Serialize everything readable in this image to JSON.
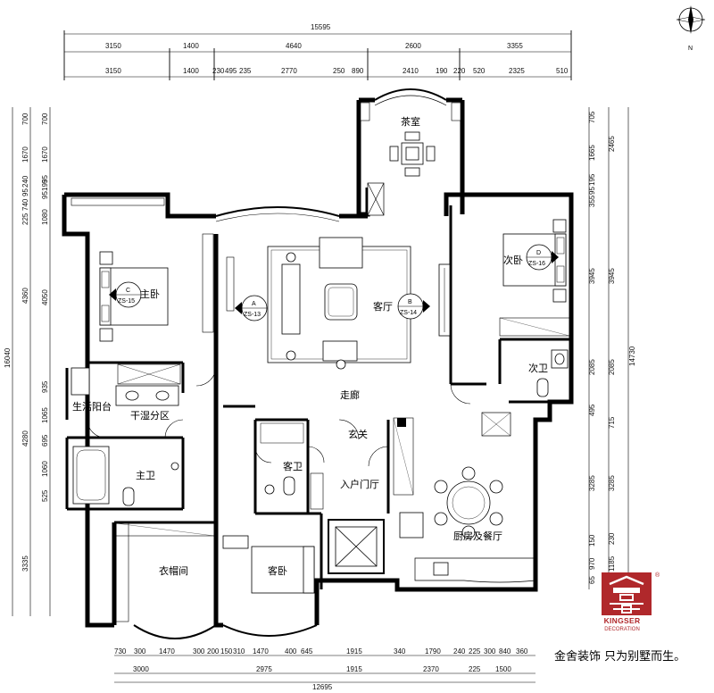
{
  "drawing": {
    "top_total": "15595",
    "top_row1": [
      "3150",
      "1400",
      "4640",
      "2600",
      "3355"
    ],
    "top_row2": [
      "3150",
      "1400",
      "230",
      "495",
      "235",
      "2770",
      "250",
      "890",
      "2410",
      "190",
      "220",
      "520",
      "2325",
      "510"
    ],
    "bottom_row1": [
      "730",
      "300",
      "1470",
      "300",
      "200",
      "150",
      "310",
      "1470",
      "400",
      "645",
      "1915",
      "340",
      "1790",
      "240",
      "225",
      "300",
      "840",
      "360"
    ],
    "bottom_row2": [
      "3000",
      "2975",
      "1915",
      "2370",
      "225",
      "1500"
    ],
    "bottom_total": "12695",
    "left_outer": [
      "700",
      "1670",
      "240",
      "95",
      "195",
      "95",
      "225",
      "740",
      "1080",
      "4360",
      "935",
      "1065",
      "695",
      "1060",
      "525",
      "3335"
    ],
    "left_inner": [
      "700",
      "1670",
      "95",
      "4050",
      "4280"
    ],
    "left_total": "16040",
    "right_inner": [
      "705",
      "1665",
      "195",
      "95",
      "355",
      "3945",
      "2085",
      "495",
      "3285",
      "150",
      "970",
      "65"
    ],
    "right_outer": [
      "2465",
      "3945",
      "2085",
      "715",
      "3285",
      "230",
      "1185"
    ],
    "right_total": "14730"
  },
  "rooms": {
    "tea_room": "茶室",
    "master_bedroom": "主卧",
    "living_room": "客厅",
    "second_bedroom": "次卧",
    "second_bath": "次卫",
    "corridor": "走廊",
    "utility_balcony": "生活阳台",
    "wet_dry_zone": "干湿分区",
    "master_bath": "主卫",
    "entrance": "玄关",
    "guest_bath": "客卫",
    "entry_hall": "入户门厅",
    "kitchen_dining": "厨房及餐厅",
    "walk_in_closet": "衣帽间",
    "guest_bedroom": "客卧"
  },
  "elevation_tags": [
    {
      "letter": "A",
      "code": "ZS-13"
    },
    {
      "letter": "B",
      "code": "ZS-14"
    },
    {
      "letter": "C",
      "code": "ZS-15"
    },
    {
      "letter": "D",
      "code": "ZS-16"
    }
  ],
  "north_label": "N",
  "brand": {
    "name": "KINGSER",
    "sub": "DECORATION",
    "reg": "®",
    "slogan": "金舍装饰 只为别墅而生。",
    "color": "#b0282b"
  }
}
